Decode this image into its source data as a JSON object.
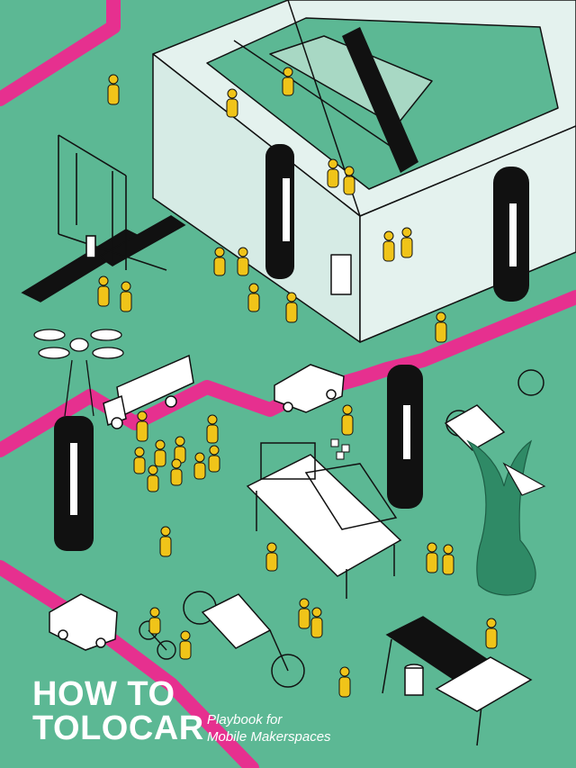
{
  "cover": {
    "title_lines": [
      "HOW TO",
      "TOLOCAR"
    ],
    "subtitle_lines": [
      "Playbook for",
      "Mobile Makerspaces"
    ]
  },
  "logo": {
    "glyphs": [
      "t",
      "o",
      "l",
      "o",
      "c",
      "a",
      "r"
    ]
  },
  "colors": {
    "background": "#5cb894",
    "road": "#e6308f",
    "building": "#e4f2ee",
    "figures": "#f0c419",
    "ink": "#111111",
    "text": "#ffffff",
    "tree": "#2f8a66"
  },
  "icons": [
    "building-icon",
    "cnc-machine-icon",
    "drone-icon",
    "truck-icon",
    "van-icon",
    "cargo-bike-icon",
    "bicycle-icon",
    "tree-sculpture-icon",
    "people-figures-icon",
    "table-icon"
  ]
}
